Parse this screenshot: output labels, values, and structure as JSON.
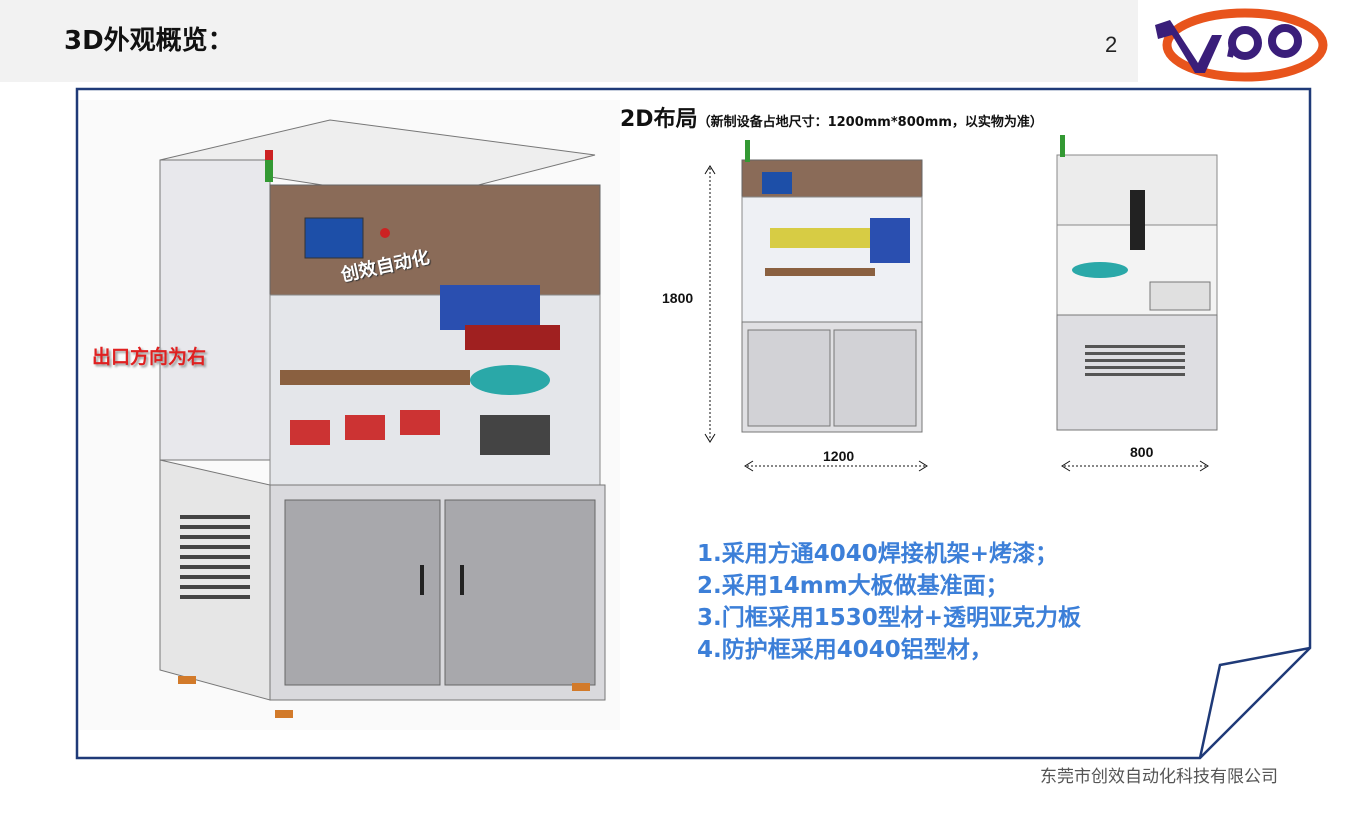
{
  "header": {
    "title": "3D外观概览：",
    "page_number": "2",
    "logo_text": "VIAO"
  },
  "left": {
    "exit_label": "出口方向为右",
    "panel_brand": "创效自动化"
  },
  "layout2d": {
    "title": "2D布局",
    "note": "（新制设备占地尺寸：1200mm*800mm，以实物为准）",
    "height_label": "1800",
    "width_label": "1200",
    "depth_label": "800"
  },
  "bullets": [
    "1.采用方通4040焊接机架+烤漆；",
    "2.采用14mm大板做基准面；",
    "3.门框采用1530型材+透明亚克力板",
    "4.防护框采用4040铝型材，"
  ],
  "footer": {
    "company": "东莞市创效自动化科技有限公司"
  },
  "colors": {
    "frame": "#1f3a78",
    "bullet": "#3c7fd8",
    "logo_purple": "#3a1e7a",
    "logo_orange": "#e8541c"
  }
}
